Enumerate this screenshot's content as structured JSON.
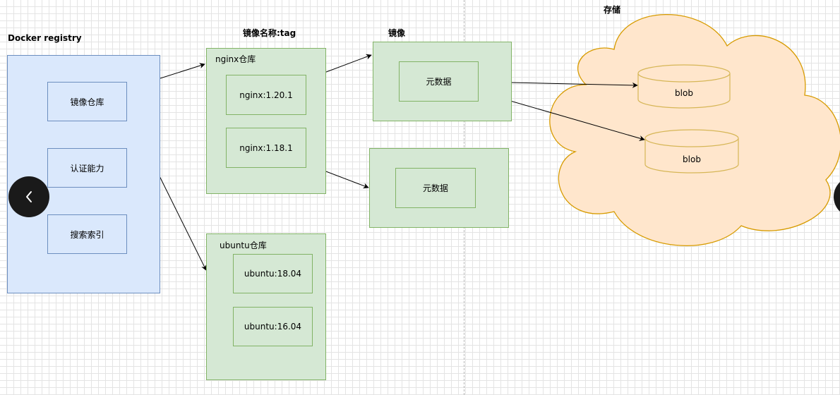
{
  "titles": {
    "registry": "Docker registry",
    "image_name_tag": "镜像名称:tag",
    "image": "镜像",
    "storage": "存储"
  },
  "registry": {
    "items": [
      "镜像仓库",
      "认证能力",
      "搜索索引"
    ]
  },
  "repositories": [
    {
      "label": "nginx仓库",
      "tags": [
        "nginx:1.20.1",
        "nginx:1.18.1"
      ]
    },
    {
      "label": "ubuntu仓库",
      "tags": [
        "ubuntu:18.04",
        "ubuntu:16.04"
      ]
    }
  ],
  "images": [
    {
      "label": "元数据"
    },
    {
      "label": "元数据"
    }
  ],
  "blobs": [
    "blob",
    "blob"
  ],
  "colors": {
    "blue_fill": "#dae8fc",
    "blue_stroke": "#6c8ebf",
    "green_fill": "#d5e8d4",
    "green_stroke": "#82b366",
    "cloud_fill": "#ffe6cc",
    "cloud_stroke": "#d79b00",
    "cylinder_stroke": "#d6b656"
  },
  "icons": {
    "nav_back": "chevron-left-icon"
  }
}
